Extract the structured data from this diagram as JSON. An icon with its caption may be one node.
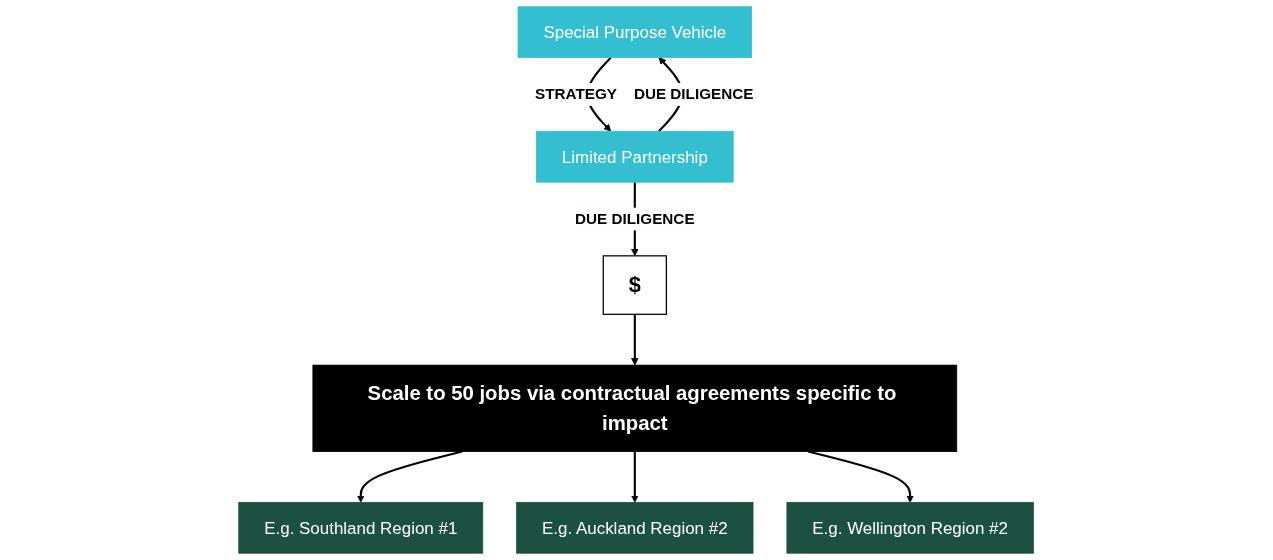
{
  "diagram": {
    "nodes": [
      {
        "text": [
          "Special Purpose Vehicle"
        ]
      },
      {
        "text": [
          "Limited Partnership"
        ]
      },
      {
        "text": [
          "$"
        ]
      },
      {
        "text": [
          "Scale to 50 jobs via contractual agreements specific to impact"
        ]
      },
      {
        "text": [
          "E.g. Southland Region #1"
        ]
      },
      {
        "text": [
          "E.g. Auckland Region #2"
        ]
      },
      {
        "text": [
          "E.g. Wellington Region #2"
        ]
      }
    ],
    "edges": [
      {
        "from": 1,
        "to": 0,
        "arrow": "to",
        "label": "DUE DILIGENCE"
      },
      {
        "from": 0,
        "to": 1,
        "arrow": "to",
        "label": "STRATEGY"
      },
      {
        "from": 1,
        "to": 2,
        "arrow": "to",
        "label": "DUE DILIGENCE"
      },
      {
        "from": 2,
        "to": 3,
        "arrow": "to"
      },
      {
        "from": 3,
        "to": 4,
        "arrow": "to"
      },
      {
        "from": 3,
        "to": 5,
        "arrow": "to"
      },
      {
        "from": 3,
        "to": 6,
        "arrow": "to"
      }
    ]
  }
}
